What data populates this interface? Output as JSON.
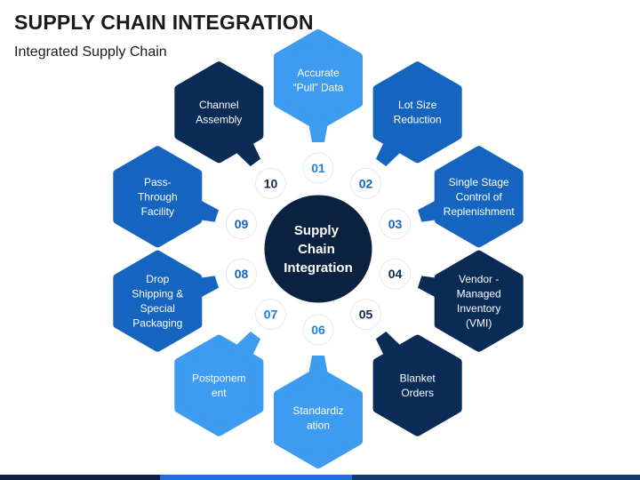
{
  "header": {
    "title": "SUPPLY CHAIN INTEGRATION",
    "subtitle": "Integrated Supply Chain"
  },
  "center": {
    "lines": [
      "Supply",
      "Chain",
      "Integration"
    ],
    "color": "#0a2240"
  },
  "colors": {
    "light": "#3d9bf0",
    "mid": "#1565c0",
    "dark": "#0a2b55",
    "number_circle": "#ffffff"
  },
  "items": [
    {
      "number": "01",
      "lines": [
        "Accurate",
        "“Pull” Data"
      ],
      "tone": "light"
    },
    {
      "number": "02",
      "lines": [
        "Lot Size",
        "Reduction"
      ],
      "tone": "mid"
    },
    {
      "number": "03",
      "lines": [
        "Single Stage",
        "Control of",
        "Replenishment"
      ],
      "tone": "mid"
    },
    {
      "number": "04",
      "lines": [
        "Vendor -",
        "Managed",
        "Inventory",
        "(VMI)"
      ],
      "tone": "dark"
    },
    {
      "number": "05",
      "lines": [
        "Blanket",
        "Orders"
      ],
      "tone": "dark"
    },
    {
      "number": "06",
      "lines": [
        "Standardiz",
        "ation"
      ],
      "tone": "light"
    },
    {
      "number": "07",
      "lines": [
        "Postponem",
        "ent"
      ],
      "tone": "light"
    },
    {
      "number": "08",
      "lines": [
        "Drop",
        "Shipping &",
        "Special",
        "Packaging"
      ],
      "tone": "mid"
    },
    {
      "number": "09",
      "lines": [
        "Pass-",
        "Through",
        "Facility"
      ],
      "tone": "mid"
    },
    {
      "number": "10",
      "lines": [
        "Channel",
        "Assembly"
      ],
      "tone": "dark"
    }
  ]
}
